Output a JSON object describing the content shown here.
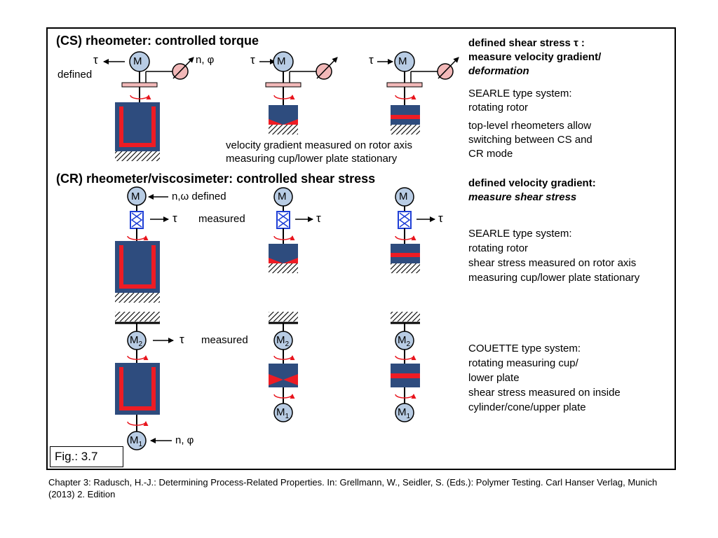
{
  "headings": {
    "cs": "(CS) rheometer: controlled torque",
    "cr": "(CR) rheometer/viscosimeter: controlled shear stress"
  },
  "labels": {
    "tau": "τ",
    "n_phi": "n, φ",
    "defined": "defined",
    "n_omega_defined": "n,ω defined",
    "measured": "measured",
    "m": "M",
    "m2": "M",
    "m2_sub": "2",
    "m1": "M",
    "m1_sub": "1",
    "velocity_gradient_note": "velocity gradient measured on rotor axis",
    "stationary_note": "measuring cup/lower plate stationary"
  },
  "right_panel": {
    "cs_title_1": "defined shear stress τ :",
    "cs_title_2": "measure velocity gradient/",
    "cs_title_3": "deformation",
    "cs_desc_1": "SEARLE type system:",
    "cs_desc_2": "rotating rotor",
    "cs_desc_3": "top-level rheometers allow",
    "cs_desc_4": "switching between CS and",
    "cs_desc_5": "CR mode",
    "cr_title_1": "defined velocity gradient:",
    "cr_title_2": "measure shear stress",
    "searle_1": "SEARLE type system:",
    "searle_2": "rotating rotor",
    "searle_3": "shear stress measured on rotor axis",
    "searle_4": "measuring cup/lower plate stationary",
    "couette_1": "COUETTE type system:",
    "couette_2": "rotating measuring cup/",
    "couette_3": "lower plate",
    "couette_4": "shear stress measured on inside",
    "couette_5": "cylinder/cone/upper plate"
  },
  "fig_label": "Fig.: 3.7",
  "caption": "Chapter 3: Radusch, H.-J.: Determining Process-Related Properties. In: Grellmann, W., Seidler, S. (Eds.): Polymer Testing. Carl Hanser Verlag, Munich (2013) 2. Edition",
  "colors": {
    "sample_blue": "#2e4c7e",
    "gap_red": "#ee1c24",
    "motor_fill": "#b8cce4",
    "plate_pink": "#f2b8b8",
    "spring_blue": "#1f3fd6",
    "arrow_red": "#e8141c"
  }
}
